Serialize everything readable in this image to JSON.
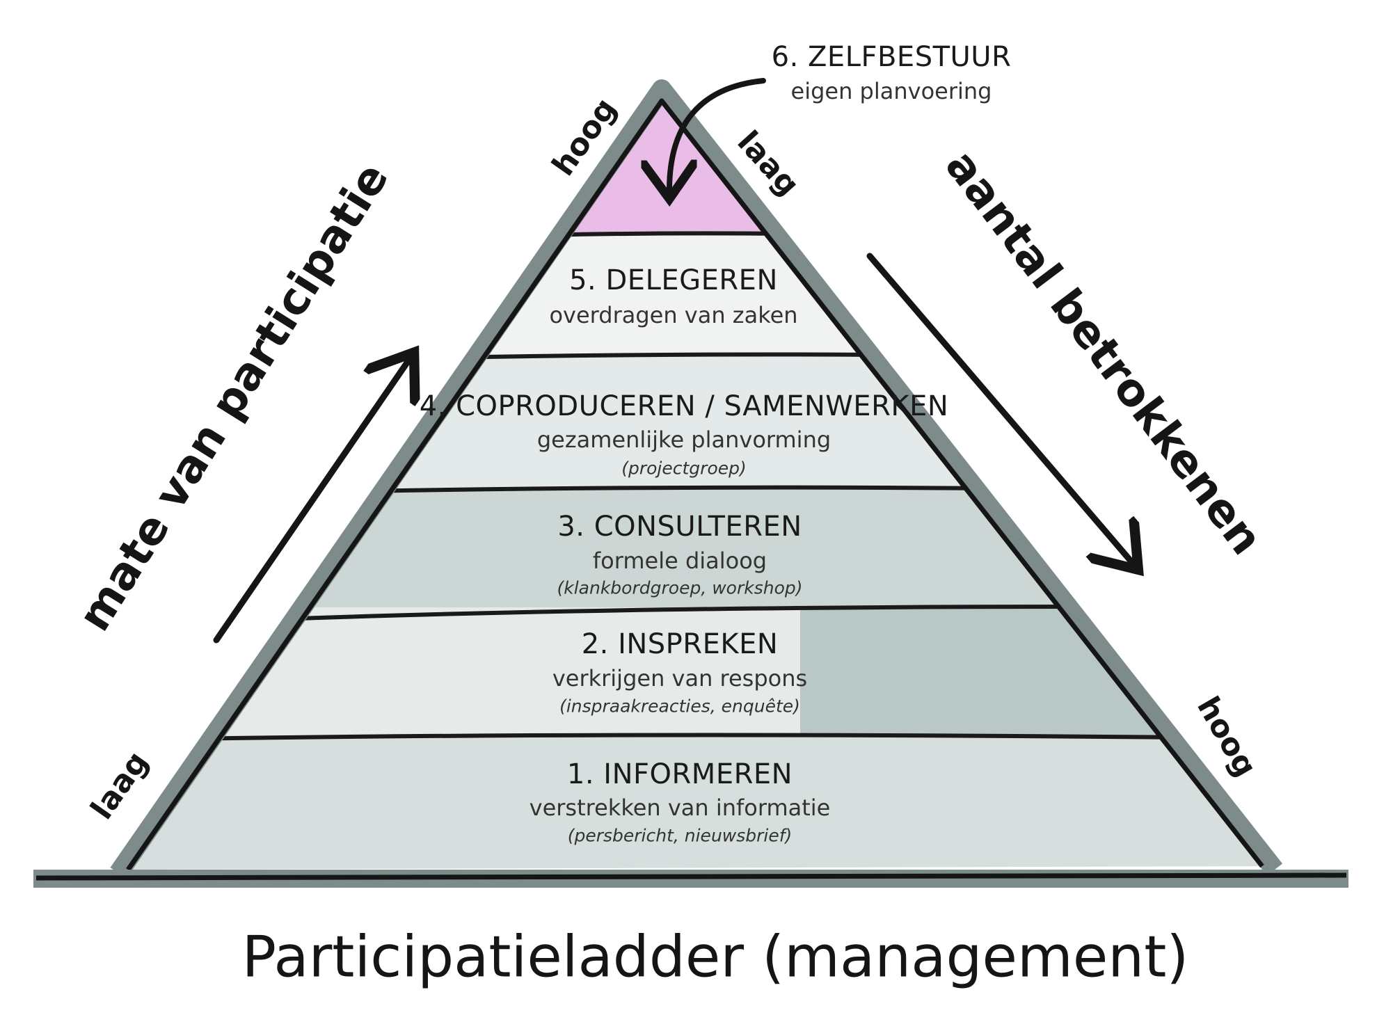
{
  "title": "Participatieladder (management)",
  "left_axis": {
    "label": "mate van participatie",
    "low": "laag",
    "high": "hoog"
  },
  "right_axis": {
    "label": "aantal betrokkenen",
    "low": "laag",
    "high": "hoog"
  },
  "levels": [
    {
      "title": "6. ZELFBESTUUR",
      "subtitle": "eigen planvoering",
      "note": ""
    },
    {
      "title": "5. DELEGEREN",
      "subtitle": "overdragen van zaken",
      "note": ""
    },
    {
      "title": "4. COPRODUCEREN / SAMENWERKEN",
      "subtitle": "gezamenlijke planvorming",
      "note": "(projectgroep)"
    },
    {
      "title": "3. CONSULTEREN",
      "subtitle": "formele dialoog",
      "note": "(klankbordgroep, workshop)"
    },
    {
      "title": "2. INSPREKEN",
      "subtitle": "verkrijgen van respons",
      "note": "(inspraakreacties, enquête)"
    },
    {
      "title": "1. INFORMEREN",
      "subtitle": "verstrekken van informatie",
      "note": "(persbericht, nieuwsbrief)"
    }
  ],
  "colors": {
    "top": "#eabde8",
    "light": "#eef1f0",
    "mid": "#cdd7d6",
    "dark": "#b7c5c5",
    "border": "#7d8b8b"
  }
}
